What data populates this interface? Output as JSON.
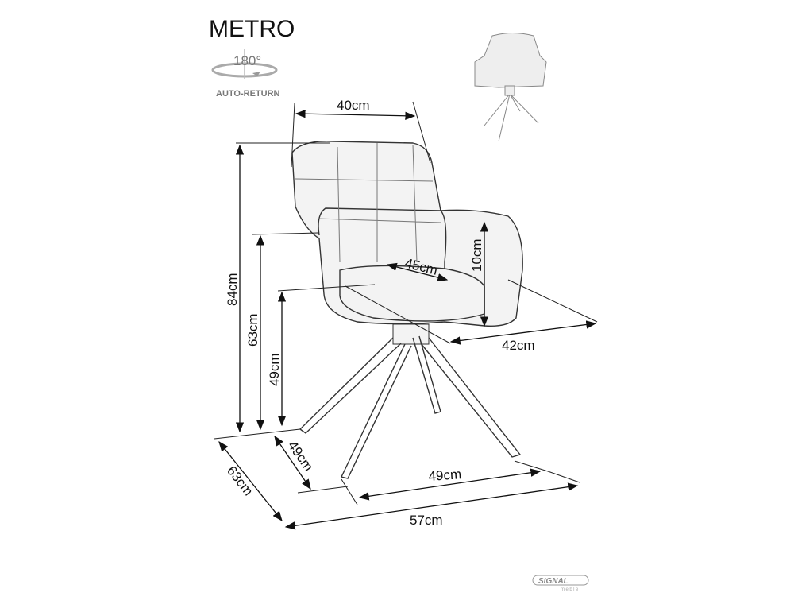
{
  "title": "METRO",
  "rotation": {
    "angle": "180°",
    "label": "AUTO-RETURN"
  },
  "dimensions": {
    "backrest_width": "40cm",
    "total_height": "84cm",
    "armrest_height": "63cm",
    "seat_height": "49cm",
    "armrest_above_seat": "10cm",
    "seat_depth": "45cm",
    "seat_width": "42cm",
    "base_depth": "49cm",
    "total_depth": "63cm",
    "base_width": "49cm",
    "total_width": "57cm"
  },
  "brand": {
    "logo_text": "SIGNAL",
    "sub_text": "meble"
  }
}
